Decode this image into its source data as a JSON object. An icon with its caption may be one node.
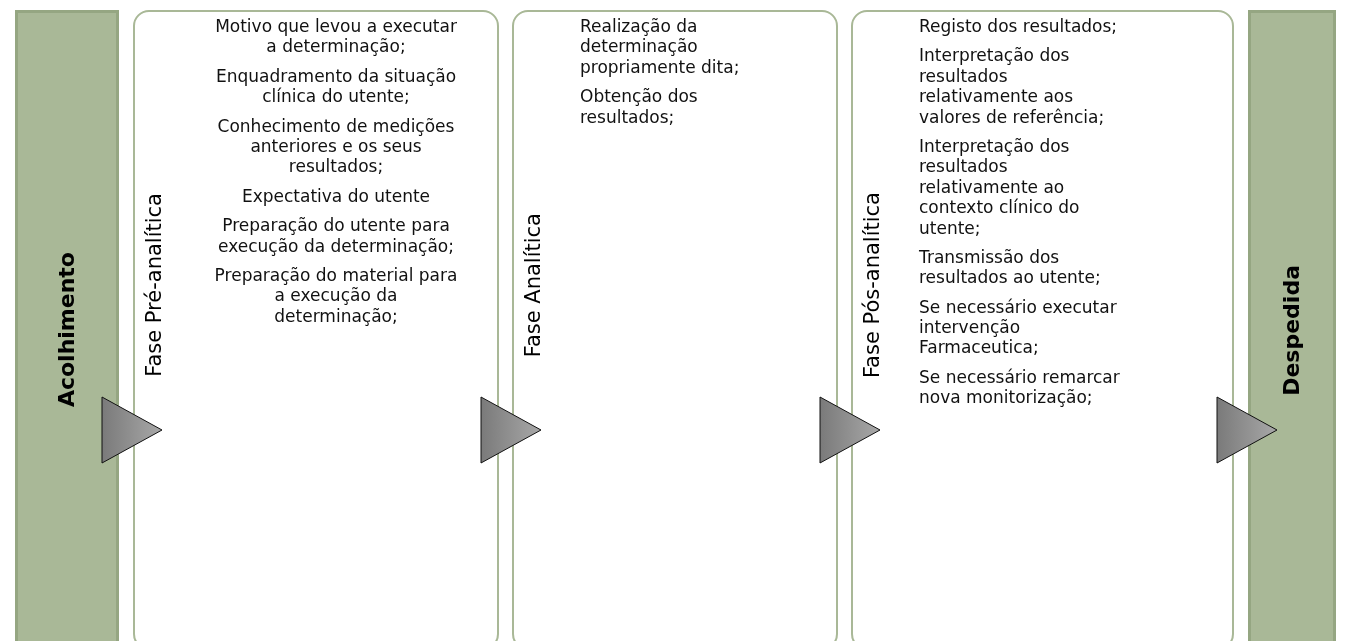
{
  "diagram": {
    "nodes": [
      {
        "text": [
          "Acolhimento"
        ]
      },
      {
        "text": [
          "Fase Pré-analítica",
          "Motivo que levou a executar a determinação;",
          "Enquadramento da situação clínica do utente;",
          "Conhecimento de medições anteriores e os seus resultados;",
          "Expectativa do utente",
          "Preparação do utente para execução da determinação;",
          "Preparação do material para a execução da determinação;"
        ]
      },
      {
        "text": [
          "Fase Analítica",
          "Realização da determinação propriamente dita;",
          "Obtenção dos resultados;"
        ]
      },
      {
        "text": [
          "Fase Pós-analítica",
          "Registo dos resultados;",
          "Interpretação dos resultados relativamente aos valores de referência;",
          "Interpretação dos resultados relativamente ao contexto clínico do utente;",
          "Transmissão dos resultados ao utente;",
          "Se necessário executar intervenção Farmaceutica;",
          "Se necessário remarcar nova monitorização;"
        ]
      },
      {
        "text": [
          "Despedida"
        ]
      }
    ],
    "edges": [
      {
        "from": 0,
        "to": 1,
        "arrow": "to"
      },
      {
        "from": 1,
        "to": 2,
        "arrow": "to"
      },
      {
        "from": 2,
        "to": 3,
        "arrow": "to"
      },
      {
        "from": 3,
        "to": 4,
        "arrow": "to"
      }
    ]
  }
}
